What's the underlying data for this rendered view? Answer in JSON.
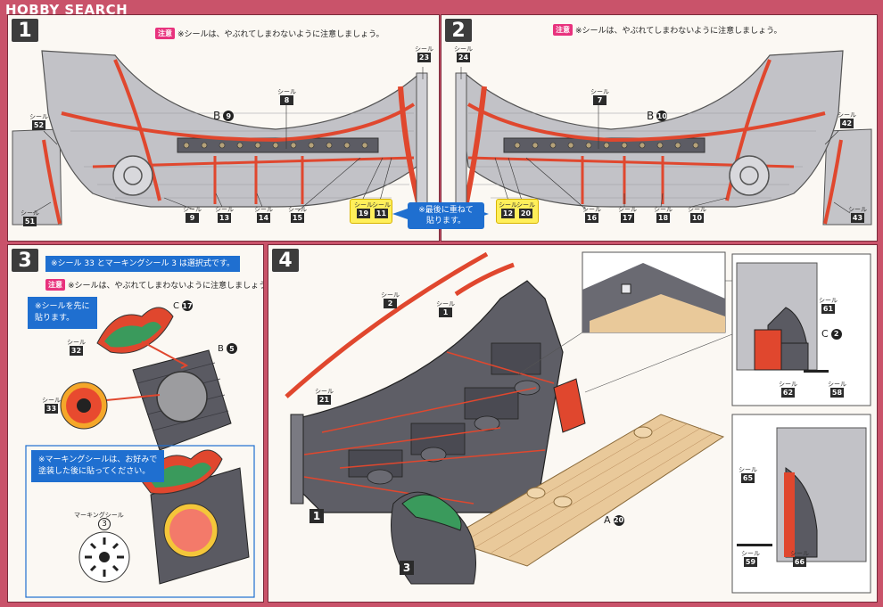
{
  "watermark": "HOBBY SEARCH",
  "steps": {
    "s1": "1",
    "s2": "2",
    "s3": "3",
    "s4": "4"
  },
  "common": {
    "caution": "注意",
    "seal": "シール",
    "caution_text": "※シールは、やぶれてしまわないように注意しましょう。"
  },
  "panel1": {
    "part": "B",
    "part_num": "9",
    "stickers": [
      "23",
      "52",
      "51",
      "8",
      "9",
      "13",
      "14",
      "15",
      "19",
      "11"
    ]
  },
  "panel2": {
    "part": "B",
    "part_num": "10",
    "stickers": [
      "24",
      "7",
      "42",
      "43",
      "12",
      "20",
      "16",
      "17",
      "18",
      "10"
    ],
    "center_note_line1": "※最後に重ねて",
    "center_note_line2": "貼ります。"
  },
  "panel3": {
    "select_note": "※シール 33 とマーキングシール 3 は選択式です。",
    "first_note_line1": "※シールを先に",
    "first_note_line2": "貼ります。",
    "part_c": "C",
    "part_c_num": "17",
    "part_b": "B",
    "part_b_num": "5",
    "sticker_32": "32",
    "sticker_33": "33",
    "marking_note_line1": "※マーキングシールは、お好みで",
    "marking_note_line2": "塗装した後に貼ってください。",
    "marking_label": "マーキングシール",
    "marking_num": "3"
  },
  "panel4": {
    "stickers": [
      "2",
      "1",
      "21"
    ],
    "ref1": "1",
    "ref3": "3",
    "part_a": "A",
    "part_a_num": "20",
    "c2_label": "C",
    "c2_num": "2",
    "top_detail_stickers": [
      "61",
      "62",
      "58"
    ],
    "bottom_detail_stickers": [
      "65",
      "59",
      "66"
    ]
  },
  "colors": {
    "frame": "#c9536a",
    "hull_gray": "#bfbfc4",
    "hull_red": "#e0472e",
    "deck_tan": "#e9c99a",
    "blue_note": "#1f6fd0",
    "caution_pink": "#e8327d"
  }
}
